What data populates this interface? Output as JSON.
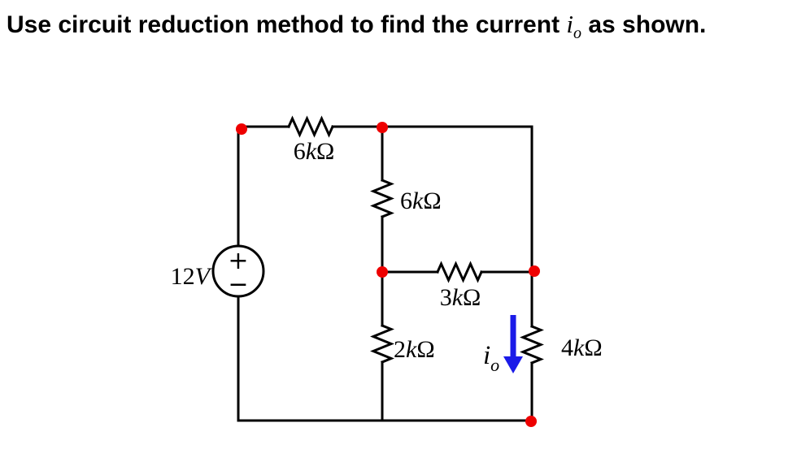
{
  "title": {
    "part1": "Use circuit reduction method to find the current ",
    "current_symbol": "i",
    "current_subscript": "o",
    "part2": " as shown."
  },
  "colors": {
    "wire": "#000000",
    "node_dot": "#ee0000",
    "current_arrow": "#1b1be8",
    "label": "#000000"
  },
  "circuit": {
    "voltage_source": {
      "value": "12",
      "unit": "V",
      "plus": "+",
      "minus": "−"
    },
    "resistors": [
      {
        "value": "6",
        "multiplier": "k",
        "unit": "Ω"
      },
      {
        "value": "6",
        "multiplier": "k",
        "unit": "Ω"
      },
      {
        "value": "3",
        "multiplier": "k",
        "unit": "Ω"
      },
      {
        "value": "2",
        "multiplier": "k",
        "unit": "Ω"
      },
      {
        "value": "4",
        "multiplier": "k",
        "unit": "Ω"
      }
    ],
    "output_current": {
      "symbol": "i",
      "subscript": "o"
    }
  }
}
